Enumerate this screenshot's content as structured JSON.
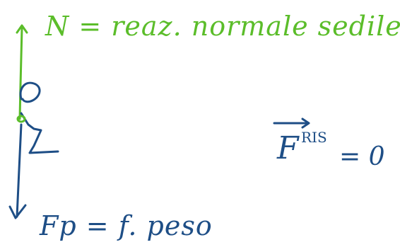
{
  "colors": {
    "green": "#5bbd2a",
    "blue": "#1e4e86"
  },
  "labels": {
    "normal_force": "N = reaz. normale sedile",
    "weight_force": "Fp = f. peso",
    "resultant_symbol": "F",
    "resultant_superscript": "RIS",
    "resultant_equation": "= 0"
  }
}
